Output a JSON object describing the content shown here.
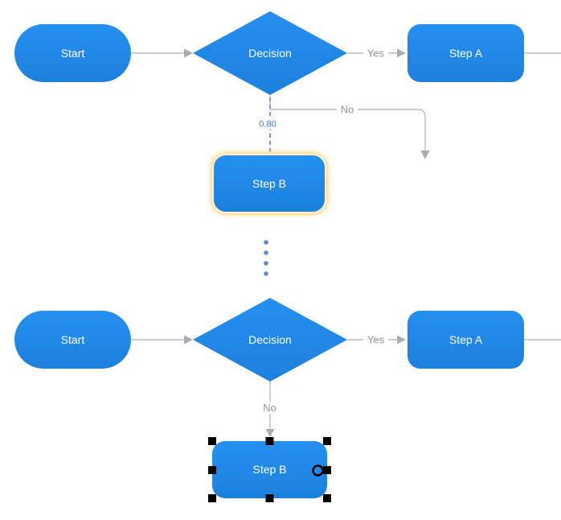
{
  "top_diagram": {
    "nodes": {
      "start": {
        "label": "Start",
        "shape": "stadium"
      },
      "decision": {
        "label": "Decision",
        "shape": "diamond"
      },
      "step_a": {
        "label": "Step A",
        "shape": "rounded-rect"
      },
      "step_b": {
        "label": "Step B",
        "shape": "rounded-rect",
        "highlighted": true
      }
    },
    "edges": {
      "yes": {
        "label": "Yes",
        "from": "decision",
        "to": "step_a"
      },
      "no": {
        "label": "No",
        "from": "decision"
      },
      "probability": {
        "label": "0.80",
        "from": "decision",
        "to": "step_b",
        "style": "dashed"
      }
    }
  },
  "separator": {
    "dot_count": 4
  },
  "bottom_diagram": {
    "nodes": {
      "start": {
        "label": "Start",
        "shape": "stadium"
      },
      "decision": {
        "label": "Decision",
        "shape": "diamond"
      },
      "step_a": {
        "label": "Step A",
        "shape": "rounded-rect"
      },
      "step_b": {
        "label": "Step B",
        "shape": "rounded-rect",
        "selected": true,
        "handle_count": 8
      }
    },
    "edges": {
      "yes": {
        "label": "Yes",
        "from": "decision",
        "to": "step_a"
      },
      "no": {
        "label": "No",
        "from": "decision",
        "to": "step_b"
      }
    }
  },
  "colors": {
    "background": "#ffffff",
    "node_fill_top": "#2590f0",
    "node_fill_bottom": "#1c80dd",
    "node_text": "#ffffff",
    "edge_line": "#b9bcbe",
    "edge_arrow": "#a9adb1",
    "edge_label": "#909498",
    "dashed_edge": "#7095dd",
    "probability_text": "#4a6ed0",
    "highlight_glow": "#ffcf70",
    "highlight_rim": "#fff1cd",
    "selection_handle": "#000000",
    "ellipsis_dots": "#5b8bc9"
  }
}
